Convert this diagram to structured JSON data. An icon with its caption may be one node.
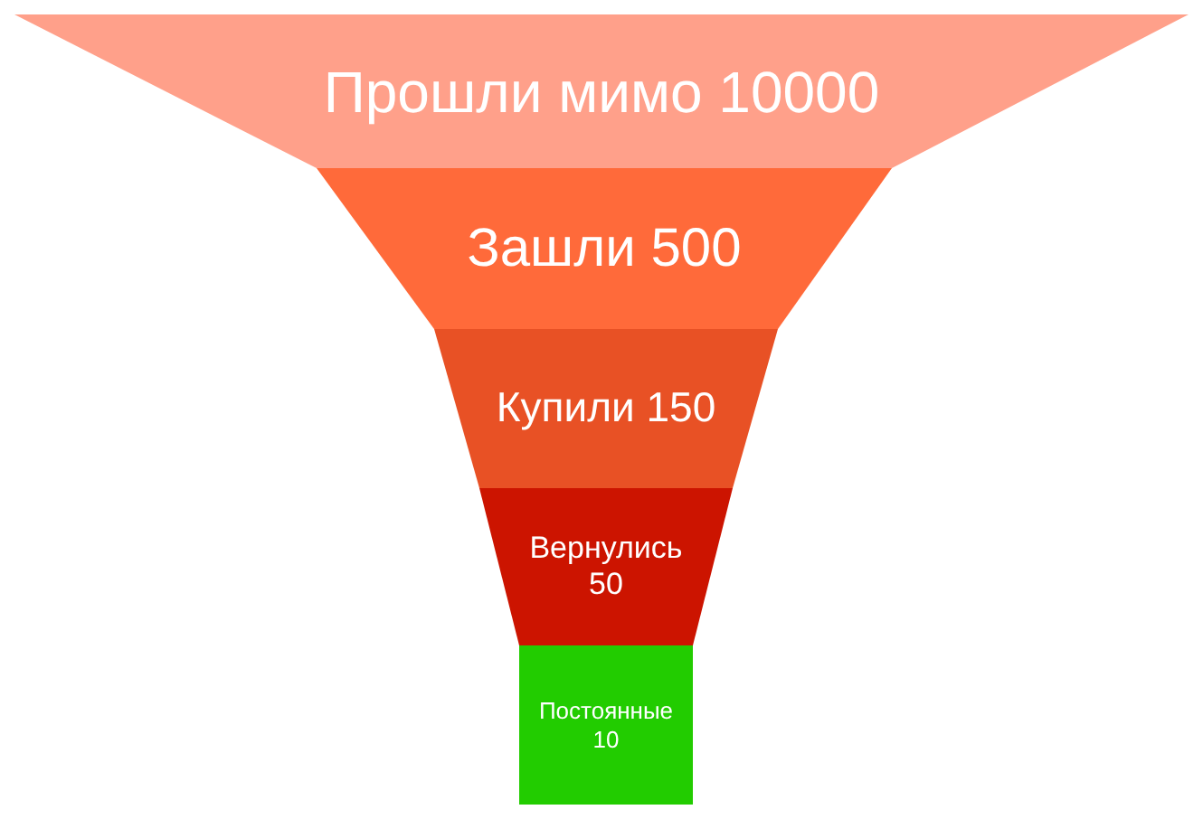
{
  "diagram": {
    "nodes": [
      {
        "text": [
          "Прошли мимо 10000"
        ]
      },
      {
        "text": [
          "Зашли 500"
        ]
      },
      {
        "text": [
          "Купили 150"
        ]
      },
      {
        "text": [
          "Вернулись 50"
        ]
      },
      {
        "text": [
          "Постоянные 10"
        ]
      }
    ],
    "edges": []
  }
}
